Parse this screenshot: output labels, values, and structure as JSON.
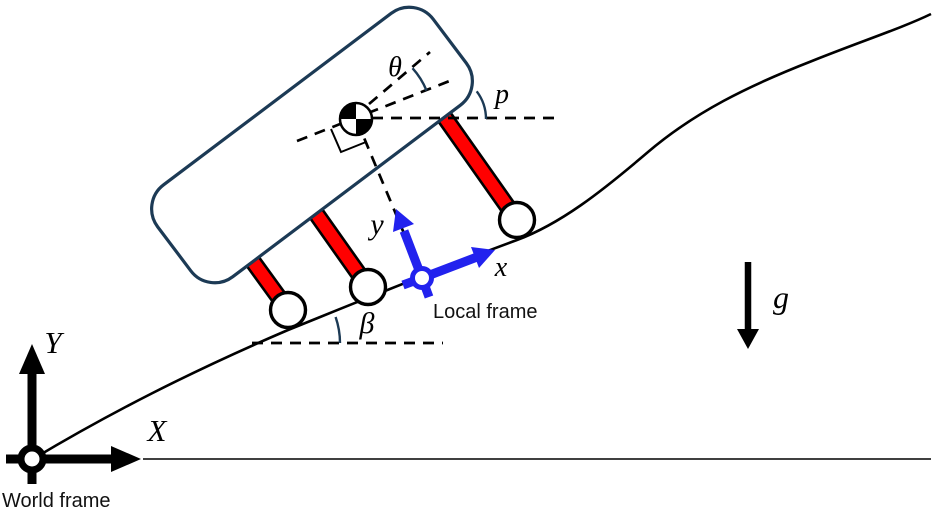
{
  "diagram": {
    "type": "rover-on-slope-kinematics-diagram",
    "labels": {
      "world_frame_caption": "World frame",
      "local_frame_caption": "Local frame",
      "world_x": "X",
      "world_y": "Y",
      "local_x": "x",
      "local_y": "y",
      "gravity": "g",
      "body_pitch_offset_angle": "θ",
      "pitch_angle": "p",
      "slope_angle": "β"
    },
    "colors": {
      "terrain": "#000000",
      "body_outline": "#1c3a55",
      "leg_fill": "#ff0000",
      "frame_blue": "#2222ee"
    }
  }
}
